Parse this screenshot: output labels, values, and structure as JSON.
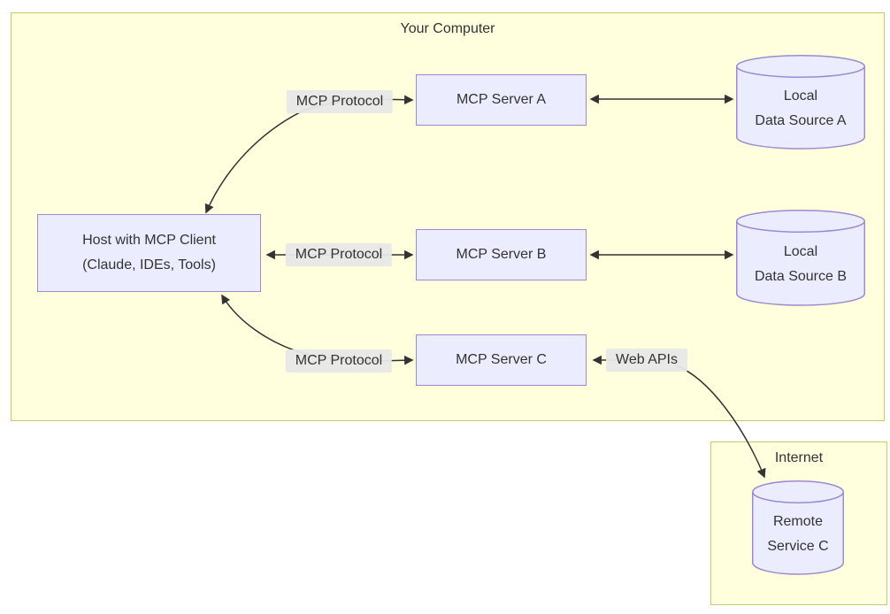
{
  "diagram": {
    "kind": "flowchart",
    "subgraphs": [
      {
        "id": "your_computer",
        "title": "Your Computer"
      },
      {
        "id": "internet",
        "title": "Internet"
      }
    ],
    "nodes": {
      "host": {
        "label": "Host with MCP Client\n(Claude, IDEs, Tools)",
        "shape": "rect"
      },
      "server_a": {
        "label": "MCP Server A",
        "shape": "rect"
      },
      "server_b": {
        "label": "MCP Server B",
        "shape": "rect"
      },
      "server_c": {
        "label": "MCP Server C",
        "shape": "rect"
      },
      "data_a": {
        "label": "Local\nData Source A",
        "shape": "cylinder"
      },
      "data_b": {
        "label": "Local\nData Source B",
        "shape": "cylinder"
      },
      "remote_c": {
        "label": "Remote\nService C",
        "shape": "cylinder"
      }
    },
    "edges": [
      {
        "from": "host",
        "to": "server_a",
        "label": "MCP Protocol",
        "direction": "bidirectional"
      },
      {
        "from": "host",
        "to": "server_b",
        "label": "MCP Protocol",
        "direction": "bidirectional"
      },
      {
        "from": "host",
        "to": "server_c",
        "label": "MCP Protocol",
        "direction": "bidirectional"
      },
      {
        "from": "server_a",
        "to": "data_a",
        "label": "",
        "direction": "bidirectional"
      },
      {
        "from": "server_b",
        "to": "data_b",
        "label": "",
        "direction": "bidirectional"
      },
      {
        "from": "server_c",
        "to": "remote_c",
        "label": "Web APIs",
        "direction": "bidirectional"
      }
    ],
    "colors": {
      "page_bg": "#ffffff",
      "subgraph_fill": "#ffffde",
      "subgraph_border": "#aaaa33",
      "node_fill": "#ECECFF",
      "node_border": "#9b8bd3",
      "edge_line": "#333333",
      "edge_label_bg": "#e8e8e8",
      "text": "#333333"
    }
  }
}
